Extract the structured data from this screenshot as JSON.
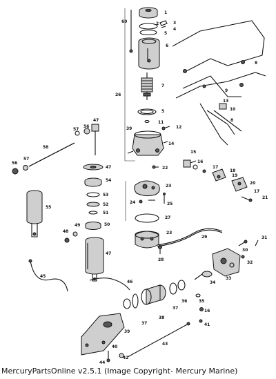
{
  "caption": "MercuryPartsOnline v2.5.1 (Image Copyright- Mercury Marine)",
  "callouts": [
    {
      "id": "c1",
      "text": "1"
    },
    {
      "id": "c2",
      "text": "2"
    },
    {
      "id": "c3",
      "text": "3"
    },
    {
      "id": "c4",
      "text": "4"
    },
    {
      "id": "c5a",
      "text": "5"
    },
    {
      "id": "c6",
      "text": "6"
    },
    {
      "id": "c7",
      "text": "7"
    },
    {
      "id": "c5b",
      "text": "5"
    },
    {
      "id": "c11",
      "text": "11"
    },
    {
      "id": "c12",
      "text": "12"
    },
    {
      "id": "c14",
      "text": "14"
    },
    {
      "id": "c8",
      "text": "8"
    },
    {
      "id": "c9",
      "text": "9"
    },
    {
      "id": "c10",
      "text": "10"
    },
    {
      "id": "c13",
      "text": "13"
    },
    {
      "id": "c26",
      "text": "26"
    },
    {
      "id": "c60",
      "text": "60"
    },
    {
      "id": "c39",
      "text": "39"
    },
    {
      "id": "c22",
      "text": "22"
    },
    {
      "id": "c15",
      "text": "15"
    },
    {
      "id": "c16",
      "text": "16"
    },
    {
      "id": "c17",
      "text": "17"
    },
    {
      "id": "c18",
      "text": "18"
    },
    {
      "id": "c19",
      "text": "19"
    },
    {
      "id": "c20",
      "text": "20"
    },
    {
      "id": "c17b",
      "text": "17"
    },
    {
      "id": "c21",
      "text": "21"
    },
    {
      "id": "c57a",
      "text": "57"
    },
    {
      "id": "c56a",
      "text": "56"
    },
    {
      "id": "c47a",
      "text": "47"
    },
    {
      "id": "c58",
      "text": "58"
    },
    {
      "id": "c57b",
      "text": "57"
    },
    {
      "id": "c56b",
      "text": "56"
    },
    {
      "id": "c47b",
      "text": "47"
    },
    {
      "id": "c54",
      "text": "54"
    },
    {
      "id": "c53",
      "text": "53"
    },
    {
      "id": "c52",
      "text": "52"
    },
    {
      "id": "c51",
      "text": "51"
    },
    {
      "id": "c50",
      "text": "50"
    },
    {
      "id": "c55",
      "text": "55"
    },
    {
      "id": "c48",
      "text": "48"
    },
    {
      "id": "c49",
      "text": "49"
    },
    {
      "id": "c47c",
      "text": "47"
    },
    {
      "id": "c23a",
      "text": "23"
    },
    {
      "id": "c25",
      "text": "25"
    },
    {
      "id": "c24",
      "text": "24"
    },
    {
      "id": "c27",
      "text": "27"
    },
    {
      "id": "c23b",
      "text": "23"
    },
    {
      "id": "c28",
      "text": "28"
    },
    {
      "id": "c29",
      "text": "29"
    },
    {
      "id": "c30",
      "text": "30"
    },
    {
      "id": "c31",
      "text": "31"
    },
    {
      "id": "c32",
      "text": "32"
    },
    {
      "id": "c33",
      "text": "33"
    },
    {
      "id": "c34",
      "text": "34"
    },
    {
      "id": "c35",
      "text": "35"
    },
    {
      "id": "c36",
      "text": "36"
    },
    {
      "id": "c37a",
      "text": "37"
    },
    {
      "id": "c38",
      "text": "38"
    },
    {
      "id": "c37b",
      "text": "37"
    },
    {
      "id": "c16b",
      "text": "16"
    },
    {
      "id": "c41",
      "text": "41"
    },
    {
      "id": "c40",
      "text": "40"
    },
    {
      "id": "c39b",
      "text": "39"
    },
    {
      "id": "c43",
      "text": "43"
    },
    {
      "id": "c42",
      "text": "42"
    },
    {
      "id": "c45",
      "text": "45"
    },
    {
      "id": "c46",
      "text": "46"
    },
    {
      "id": "c44",
      "text": "44"
    },
    {
      "id": "c8b",
      "text": "8"
    }
  ]
}
